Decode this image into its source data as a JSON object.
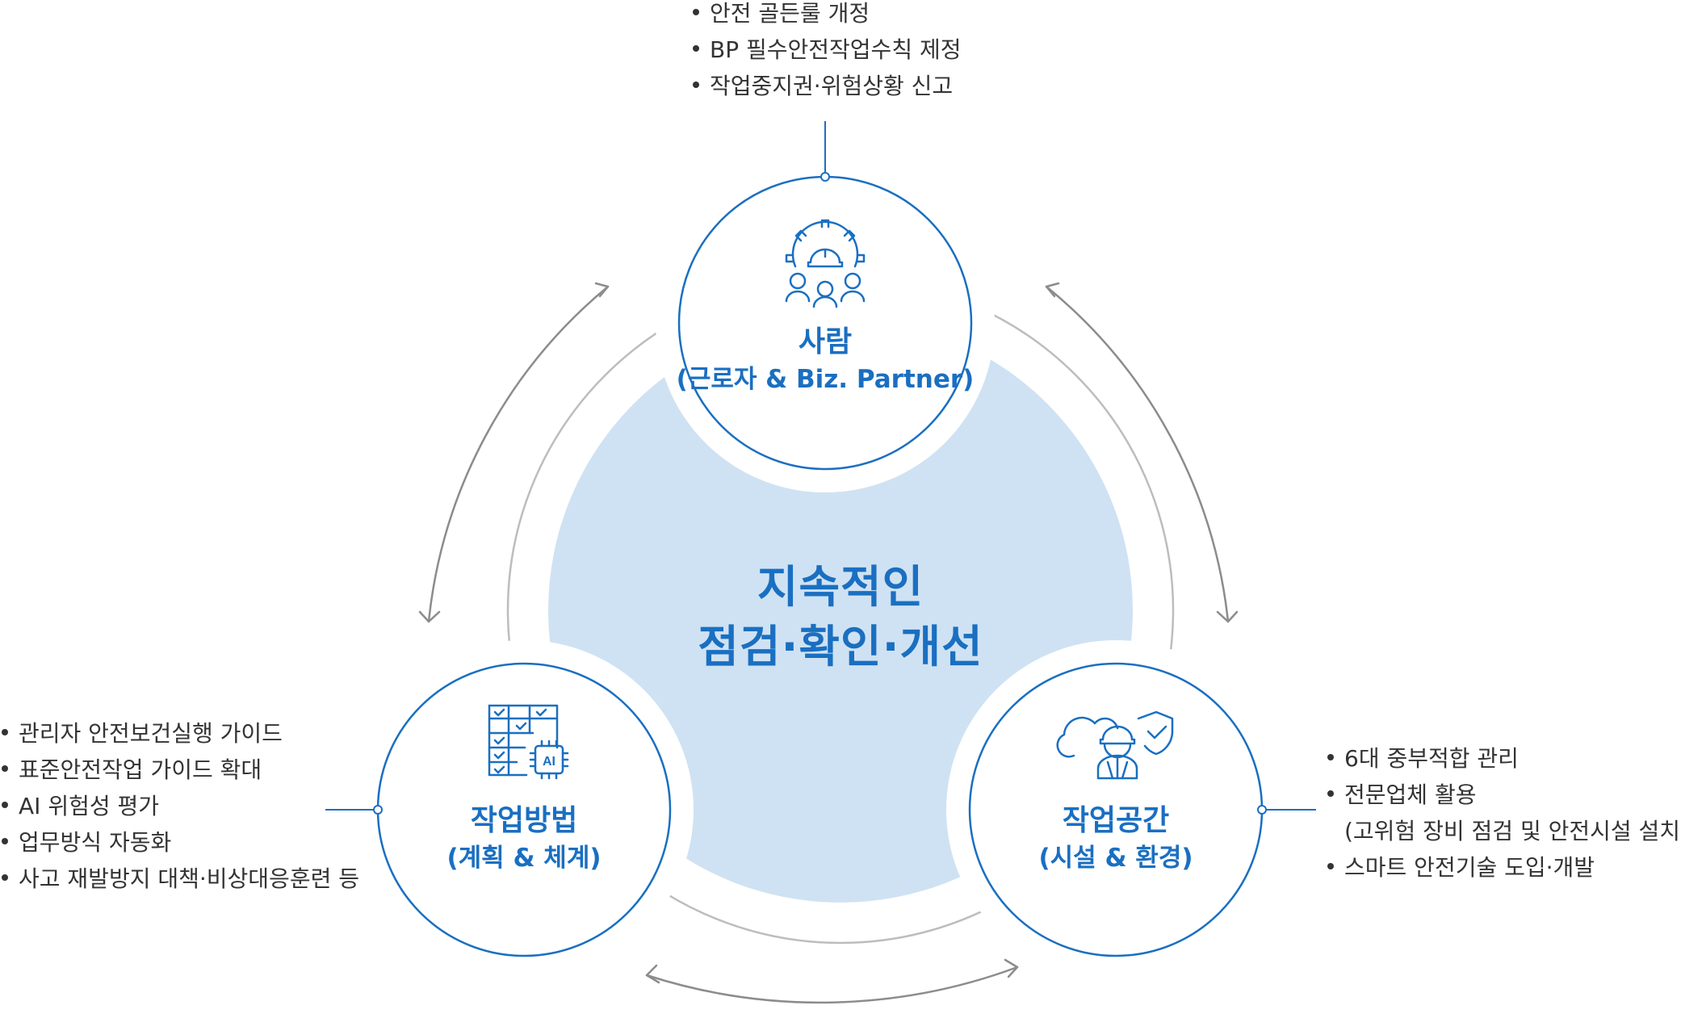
{
  "colors": {
    "accent_blue": "#1a6fc1",
    "center_fill": "#cfe2f3",
    "ring_gray": "#bdbdbd",
    "arrow_gray": "#8c8c8c",
    "text_dark": "#333333"
  },
  "center": {
    "line1": "지속적인",
    "line2": "점검·확인·개선"
  },
  "nodes": {
    "people": {
      "title": "사람",
      "subtitle": "(근로자 & Biz. Partner)",
      "icon": "worker-gear-group-icon",
      "bullets": [
        "안전 골든룰 개정",
        "BP 필수안전작업수칙 제정",
        "작업중지권·위험상황 신고"
      ]
    },
    "method": {
      "title": "작업방법",
      "subtitle": "(계획 & 체계)",
      "icon": "ai-checklist-icon",
      "bullets": [
        "관리자 안전보건실행 가이드",
        "표준안전작업 가이드 확대",
        "AI 위험성 평가",
        "업무방식 자동화",
        "사고 재발방지 대책·비상대응훈련 등"
      ]
    },
    "space": {
      "title": "작업공간",
      "subtitle": "(시설 & 환경)",
      "icon": "worker-cloud-shield-icon",
      "bullets": [
        "6대 중부적합 관리",
        "전문업체 활용",
        "(고위험 장비 점검 및 안전시설 설치)",
        "스마트 안전기술 도입·개발"
      ]
    }
  }
}
